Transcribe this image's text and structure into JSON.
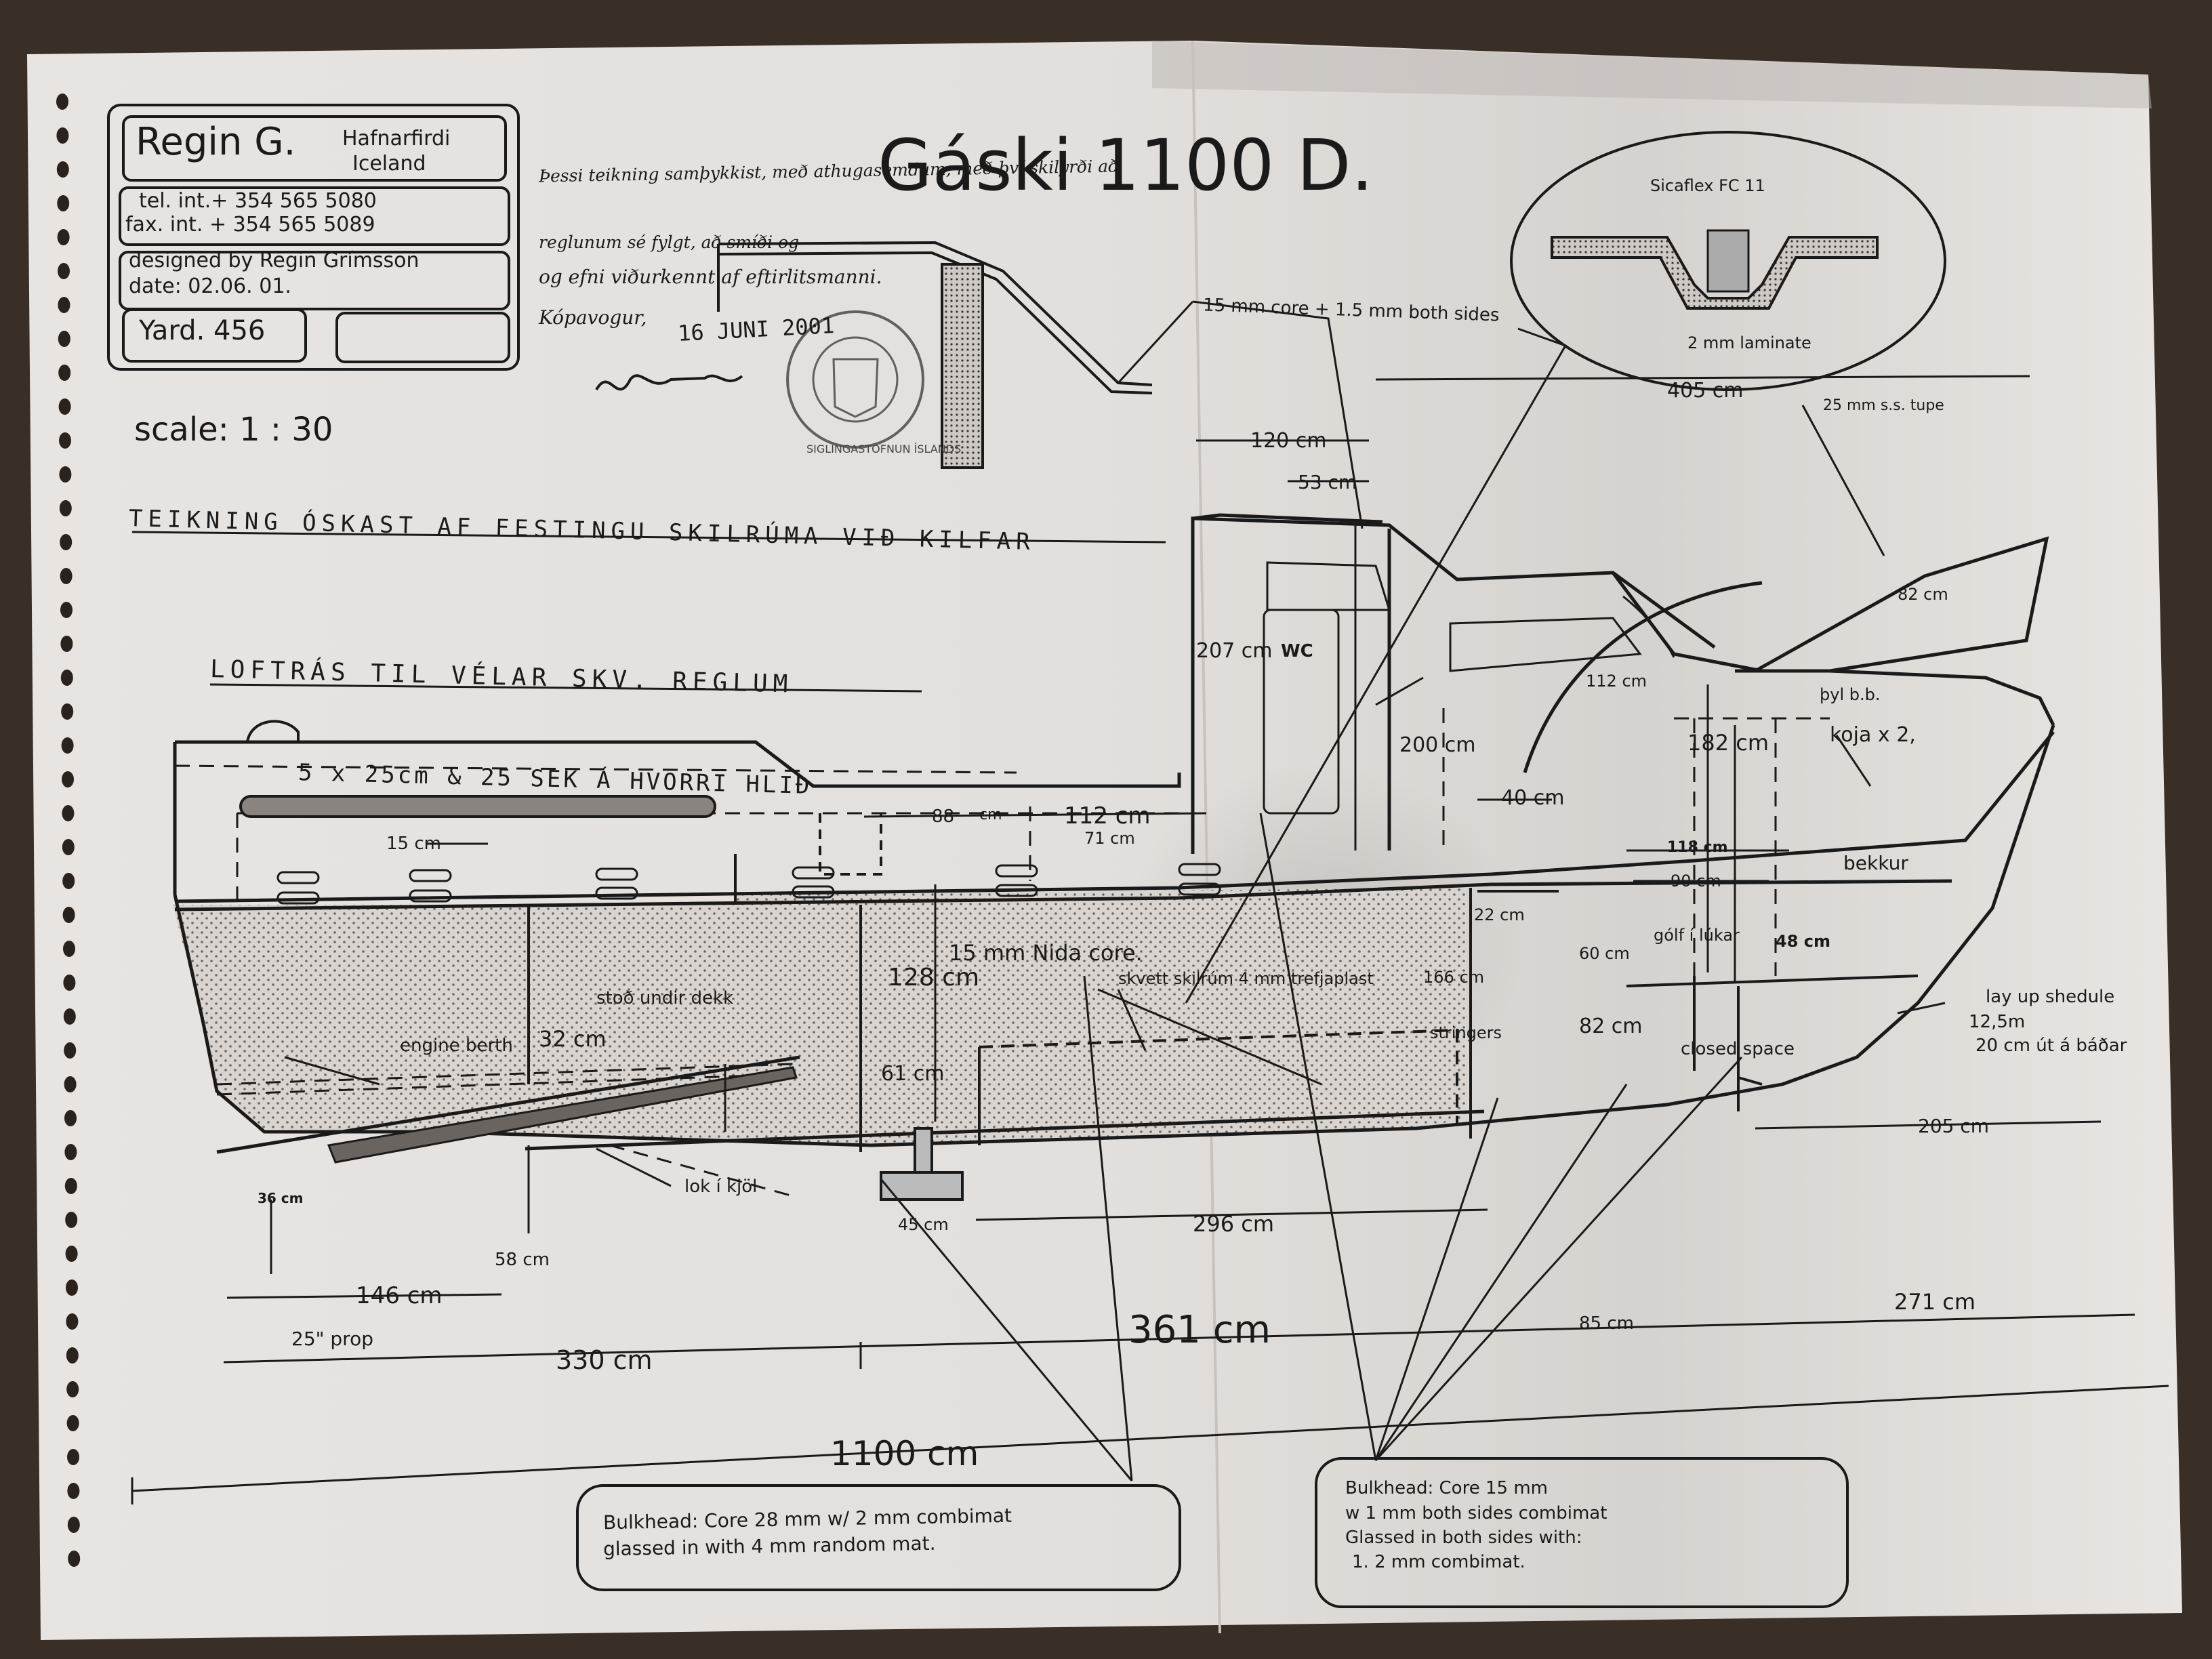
{
  "title_block": {
    "company": "Regin G.",
    "city": "Hafnarfirdi",
    "country": "Iceland",
    "tel": "tel. int.+ 354 565 5080",
    "fax": "fax. int. + 354 565 5089",
    "designed_by": "designed by Regin Grímsson",
    "date": "date: 02.06. 01.",
    "yard": "Yard. 456",
    "scale": "scale: 1 : 30"
  },
  "drawing_title": "Gáski 1100 D.",
  "approval": {
    "lines": [
      "Þessi teikning samþykkist, með athugasemdum, með því skilyrði að",
      "reglunum sé fylgt, að smíði og",
      "og efni viðurkennt af eftirlitsmanni."
    ],
    "place": "Kópavogur,",
    "date": "16 JUNI 2001",
    "stamp_text": "SIGLINGASTOFNUN ÍSLANDS"
  },
  "handwritten_notes": [
    "TEIKNING ÓSKAST AF FESTINGU SKILRÚMA VIÐ KILFAR",
    "LOFTRÁS TIL VÉLAR SKV. REGLUM",
    "5 x 25cm & 25 SEK Á HVORRI HLIÐ"
  ],
  "detail": {
    "sealant": "Sicaflex  FC 11",
    "laminate": "2 mm laminate",
    "core": "15 mm core + 1.5 mm both sides"
  },
  "labels": {
    "wc": "WC",
    "stod": "stoð undir dekk",
    "engine": "engine berth",
    "nida": "15 mm Nida core.",
    "skvett": "skvett skilrúm 4 mm trefjaplast",
    "lok": "lok í kjöl",
    "stringers": "stringers",
    "closed": "closed space",
    "bekkur": "bekkur",
    "golf": "gólf í lúkar",
    "pyl": "þyl b.b.",
    "koja": "koja x 2,",
    "tube": "25 mm s.s. tupe",
    "prop": "25\" prop",
    "lay1": "lay up shedule",
    "lay2": "12,5m",
    "lay3": "20 cm út á báðar"
  },
  "dimensions": {
    "d405": "405 cm",
    "d120": "120 cm",
    "d53": "53 cm",
    "d207": "207 cm",
    "d82a": "82 cm",
    "d112a": "112 cm",
    "d200": "200 cm",
    "d182": "182 cm",
    "d40": "40 cm",
    "d118": "118 cm",
    "d90": "90 cm",
    "d15": "15 cm",
    "d88": "88",
    "dcm": "cm",
    "d112b": "112 cm",
    "d71": "71 cm",
    "d22": "22 cm",
    "d60": "60 cm",
    "d48": "48 cm",
    "d128": "128 cm",
    "d166": "166 cm",
    "d32": "32 cm",
    "d61": "61 cm",
    "d82b": "82 cm",
    "d205": "205 cm",
    "d36": "36 cm",
    "d58": "58 cm",
    "d45": "45 cm",
    "d296": "296 cm",
    "d146": "146 cm",
    "d330": "330 cm",
    "d361": "361 cm",
    "d85": "85 cm",
    "d271": "271 cm",
    "d1100": "1100 cm"
  },
  "notes": {
    "bulkhead1_l1": "Bulkhead: Core 28 mm  w/ 2 mm combimat",
    "bulkhead1_l2": "glassed in with 4 mm random mat.",
    "bulkhead2_l1": "Bulkhead: Core 15 mm",
    "bulkhead2_l2": "w 1 mm both sides combimat",
    "bulkhead2_l3": "Glassed in both sides with:",
    "bulkhead2_l4": "1. 2 mm combimat."
  }
}
